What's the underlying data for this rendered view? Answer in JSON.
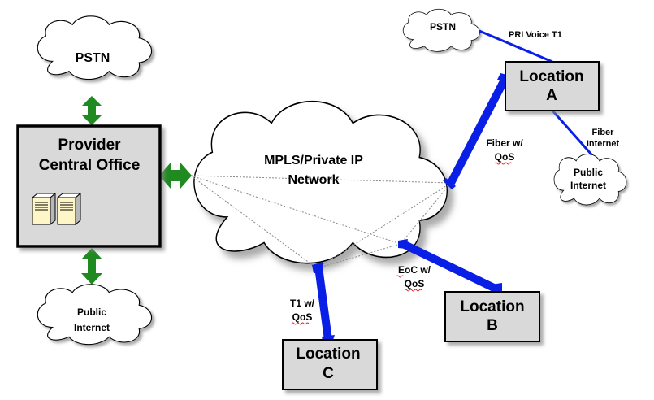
{
  "nodes": {
    "pstn_left": "PSTN",
    "provider_line1": "Provider",
    "provider_line2": "Central Office",
    "internet_left_line1": "Public",
    "internet_left_line2": "Internet",
    "mpls_line1": "MPLS/Private IP",
    "mpls_line2": "Network",
    "pstn_right": "PSTN",
    "location_a_line1": "Location",
    "location_a_line2": "A",
    "location_b_line1": "Location",
    "location_b_line2": "B",
    "location_c_line1": "Location",
    "location_c_line2": "C",
    "internet_right_line1": "Public",
    "internet_right_line2": "Internet"
  },
  "links": {
    "pri_voice": "PRI Voice T1",
    "fiber_internet_line1": "Fiber",
    "fiber_internet_line2": "Internet",
    "fiber_qos_line1": "Fiber w/",
    "fiber_qos_line2": "QoS",
    "eoc_qos_line1": "EoC w/",
    "eoc_qos_line2": "QoS",
    "t1_qos_line1": "T1 w/",
    "t1_qos_line2": "QoS"
  },
  "colors": {
    "link_blue": "#0a1fe6",
    "arrow_green": "#1f8a1f",
    "box_fill": "#d9d9d9",
    "server_fill": "#fff6c8"
  }
}
